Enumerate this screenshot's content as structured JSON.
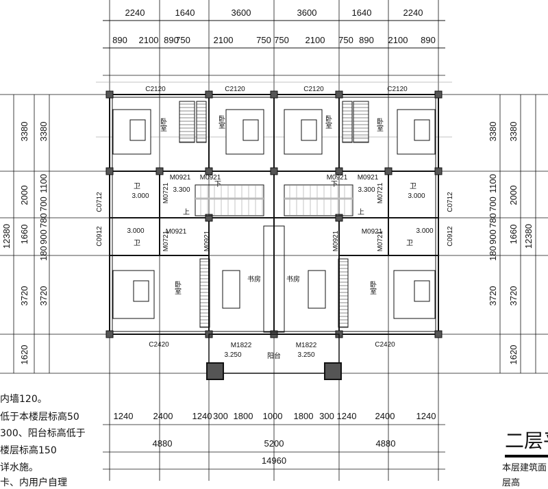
{
  "dims": {
    "top1": [
      "2240",
      "1640",
      "3600",
      "3600",
      "1640",
      "2240"
    ],
    "top2": [
      "890",
      "2100",
      "890",
      "750",
      "2100",
      "750",
      "750",
      "2100",
      "750",
      "890",
      "2100",
      "890"
    ],
    "bottom1": [
      "1240",
      "2400",
      "1240",
      "300",
      "1800",
      "1000",
      "1800",
      "300",
      "1240",
      "2400",
      "1240"
    ],
    "bottom2": [
      "4880",
      "5200",
      "4880"
    ],
    "total": "14960",
    "left_total": "12380",
    "left1": [
      "3380",
      "2000",
      "1660",
      "3720",
      "1620"
    ],
    "left2": [
      "3380",
      "1100",
      "700",
      "780",
      "900",
      "180",
      "3720"
    ],
    "right_total": "12380",
    "right1": [
      "3380",
      "2000",
      "1660",
      "3720",
      "1620"
    ],
    "right2": [
      "3380",
      "1100",
      "700",
      "780",
      "900",
      "180",
      "3720"
    ]
  },
  "windows": {
    "c2120": [
      "C2120",
      "C2120",
      "C2120",
      "C2120"
    ],
    "c2420": [
      "C2420",
      "C2420"
    ],
    "c0712": [
      "C0712",
      "C0712"
    ],
    "c0912": [
      "C0912",
      "C0912"
    ]
  },
  "doors": {
    "m0921": [
      "M0921",
      "M0921",
      "M0921",
      "M0921",
      "M0921",
      "M0921",
      "M0921",
      "M0921"
    ],
    "m0721": [
      "M0721",
      "M0721",
      "M0721",
      "M0721"
    ],
    "m1822": [
      "M1822",
      "M1822"
    ]
  },
  "rooms": {
    "bedroom": [
      "卧室",
      "卧室",
      "卧室",
      "卧室",
      "卧室",
      "卧室"
    ],
    "study": [
      "书房",
      "书房"
    ],
    "bath": [
      "卫",
      "卫",
      "卫",
      "卫"
    ],
    "balcony": "阳台"
  },
  "levels": {
    "bath": [
      "3.000",
      "3.000",
      "3.000",
      "3.000"
    ],
    "stair": [
      "3.300",
      "3.300"
    ],
    "balcony": [
      "3.250",
      "3.250"
    ]
  },
  "stairs": {
    "up": [
      "上",
      "上"
    ],
    "down": [
      "下",
      "下"
    ]
  },
  "notes": [
    "内墙120。",
    "低于本楼层标高50",
    "300、阳台标高低于",
    "楼层标高150",
    "详水施。",
    "卡、内用户自理"
  ],
  "title": "二层平",
  "subtitle": "本层建筑面",
  "subtitle2": "层高"
}
